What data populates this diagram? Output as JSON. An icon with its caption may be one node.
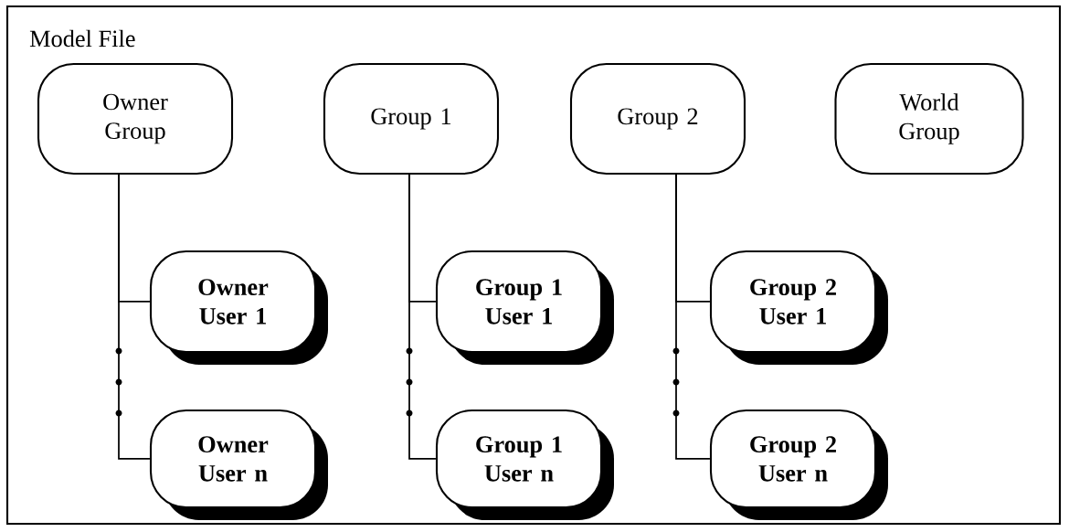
{
  "diagram": {
    "nodes": [
      {
        "text": [
          "Model File"
        ]
      },
      {
        "text": [
          "Owner Group"
        ],
        "in": 0
      },
      {
        "text": [
          "Group 1"
        ],
        "in": 0
      },
      {
        "text": [
          "Group 2"
        ],
        "in": 0
      },
      {
        "text": [
          "World Group"
        ],
        "in": 0
      },
      {
        "text": [
          "Owner User 1"
        ],
        "in": 0
      },
      {
        "text": [
          "Owner User n"
        ],
        "in": 0
      },
      {
        "text": [
          "Group 1 User 1"
        ],
        "in": 0
      },
      {
        "text": [
          "Group 1 User n"
        ],
        "in": 0
      },
      {
        "text": [
          "Group 2 User 1"
        ],
        "in": 0
      },
      {
        "text": [
          "Group 2 User n"
        ],
        "in": 0
      }
    ],
    "edges": [
      {
        "from": 1,
        "to": 5,
        "arrow": "none"
      },
      {
        "from": 1,
        "to": 6,
        "arrow": "none"
      },
      {
        "from": 2,
        "to": 7,
        "arrow": "none"
      },
      {
        "from": 2,
        "to": 8,
        "arrow": "none"
      },
      {
        "from": 3,
        "to": 9,
        "arrow": "none"
      },
      {
        "from": 3,
        "to": 10,
        "arrow": "none"
      }
    ]
  }
}
